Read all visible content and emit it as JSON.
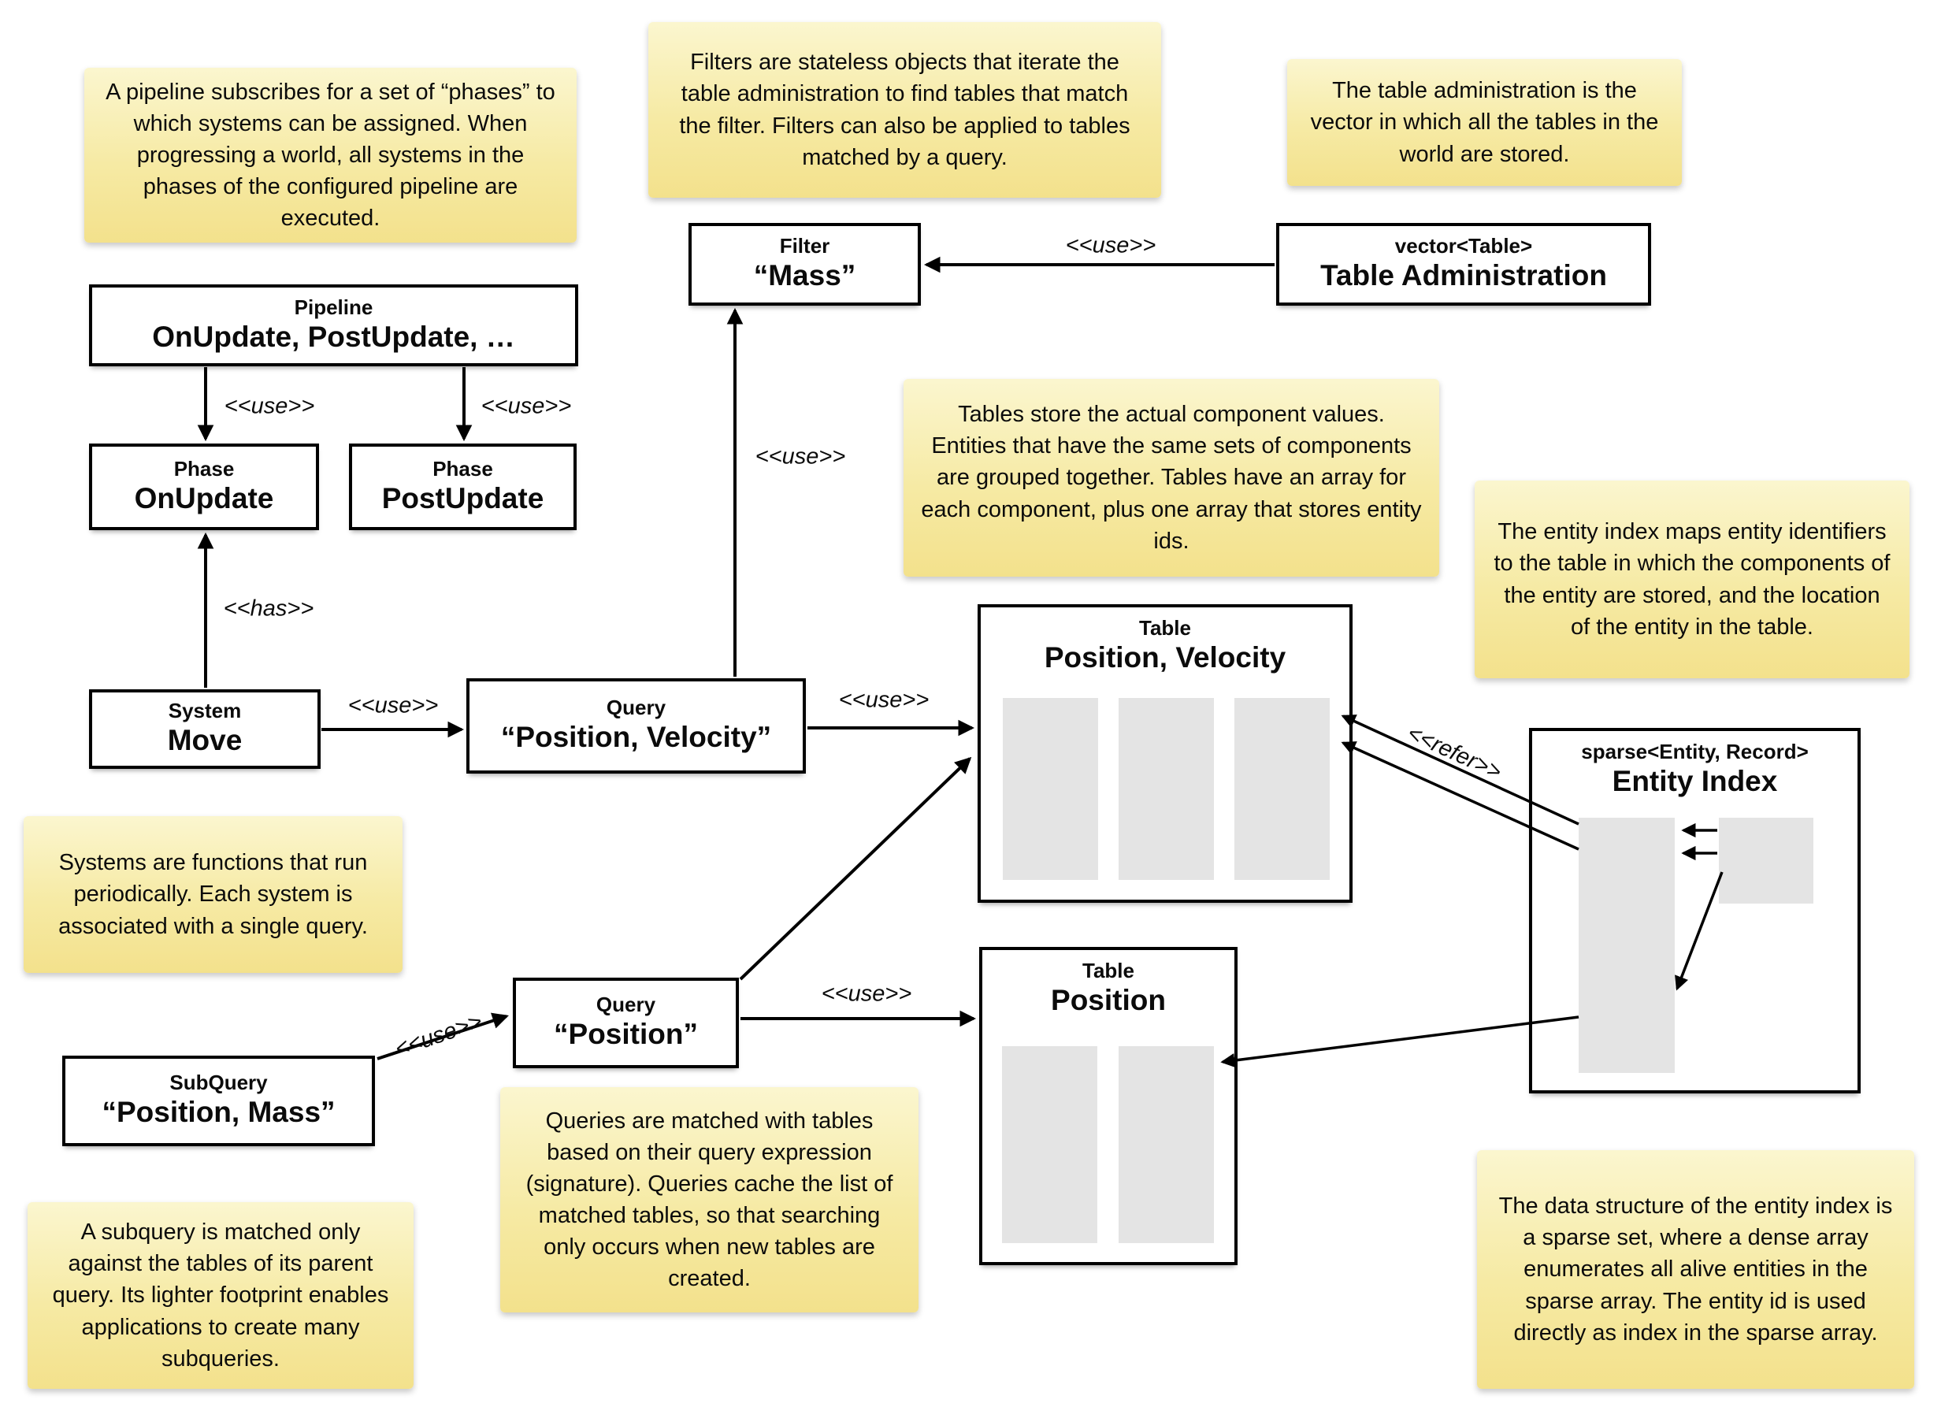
{
  "labels": {
    "use": "<<use>>",
    "has": "<<has>>",
    "refer": "<<refer>>"
  },
  "colors": {
    "note_gradient_top": "#fbf6cf",
    "note_gradient_bottom": "#f3e18c",
    "box_border": "#000000",
    "box_fill": "#ffffff",
    "array_fill": "#e4e4e4",
    "line": "#000000"
  },
  "nodes": [
    {
      "id": "pipeline",
      "title": "Pipeline",
      "name": "OnUpdate, PostUpdate, …"
    },
    {
      "id": "phase-onupdate",
      "title": "Phase",
      "name": "OnUpdate"
    },
    {
      "id": "phase-postupdate",
      "title": "Phase",
      "name": "PostUpdate"
    },
    {
      "id": "filter-mass",
      "title": "Filter",
      "name": "“Mass”"
    },
    {
      "id": "table-administration",
      "title": "vector<Table>",
      "name": "Table Administration"
    },
    {
      "id": "system-move",
      "title": "System",
      "name": "Move"
    },
    {
      "id": "query-position-velocity",
      "title": "Query",
      "name": "“Position, Velocity”"
    },
    {
      "id": "table-position-velocity",
      "title": "Table",
      "name": "Position, Velocity"
    },
    {
      "id": "entity-index",
      "title": "sparse<Entity, Record>",
      "name": "Entity Index"
    },
    {
      "id": "query-position",
      "title": "Query",
      "name": "“Position”"
    },
    {
      "id": "table-position",
      "title": "Table",
      "name": "Position"
    },
    {
      "id": "subquery",
      "title": "SubQuery",
      "name": "“Position, Mass”"
    }
  ],
  "notes": [
    {
      "text": "A pipeline subscribes for a set of “phases” to which systems can be assigned. When progressing a world, all systems in the phases of the configured pipeline are executed."
    },
    {
      "text": "Filters are stateless objects that iterate the table administration to find tables that match the filter. Filters can also be applied to tables matched by a query."
    },
    {
      "text": "The table administration is the vector in which all the tables in the world are stored."
    },
    {
      "text": "Tables store the actual component values. Entities that have the same sets of components are grouped together. Tables have an array for each component, plus one array that stores entity ids."
    },
    {
      "text": "The entity index maps entity identifiers to the table in which the components of the entity are stored, and the location of the entity in the table."
    },
    {
      "text": "Systems are functions that run periodically. Each system is associated with a single query."
    },
    {
      "text": "Queries are matched with tables based on their query expression (signature). Queries cache the list of matched tables, so that searching only occurs when new tables are created."
    },
    {
      "text": "A subquery is matched only against the tables of its parent query. Its lighter footprint enables applications to create many subqueries."
    },
    {
      "text": "The data structure of the entity index is a sparse set, where a dense array enumerates all alive entities in the sparse array. The entity id is used directly as index in the sparse array."
    }
  ],
  "edges": [
    {
      "from": "pipeline",
      "to": "phase-onupdate",
      "label": "<<use>>"
    },
    {
      "from": "pipeline",
      "to": "phase-postupdate",
      "label": "<<use>>"
    },
    {
      "from": "system-move",
      "to": "phase-onupdate",
      "label": "<<has>>"
    },
    {
      "from": "system-move",
      "to": "query-position-velocity",
      "label": "<<use>>"
    },
    {
      "from": "query-position-velocity",
      "to": "filter-mass",
      "label": "<<use>>"
    },
    {
      "from": "table-administration",
      "to": "filter-mass",
      "label": "<<use>>"
    },
    {
      "from": "query-position-velocity",
      "to": "table-position-velocity",
      "label": "<<use>>"
    },
    {
      "from": "query-position",
      "to": "table-position-velocity",
      "label": ""
    },
    {
      "from": "query-position",
      "to": "table-position",
      "label": "<<use>>"
    },
    {
      "from": "subquery",
      "to": "query-position",
      "label": "<<use>>"
    },
    {
      "from": "entity-index",
      "to": "table-position-velocity",
      "label": "<<refer>>"
    },
    {
      "from": "entity-index",
      "to": "table-position",
      "label": ""
    }
  ]
}
